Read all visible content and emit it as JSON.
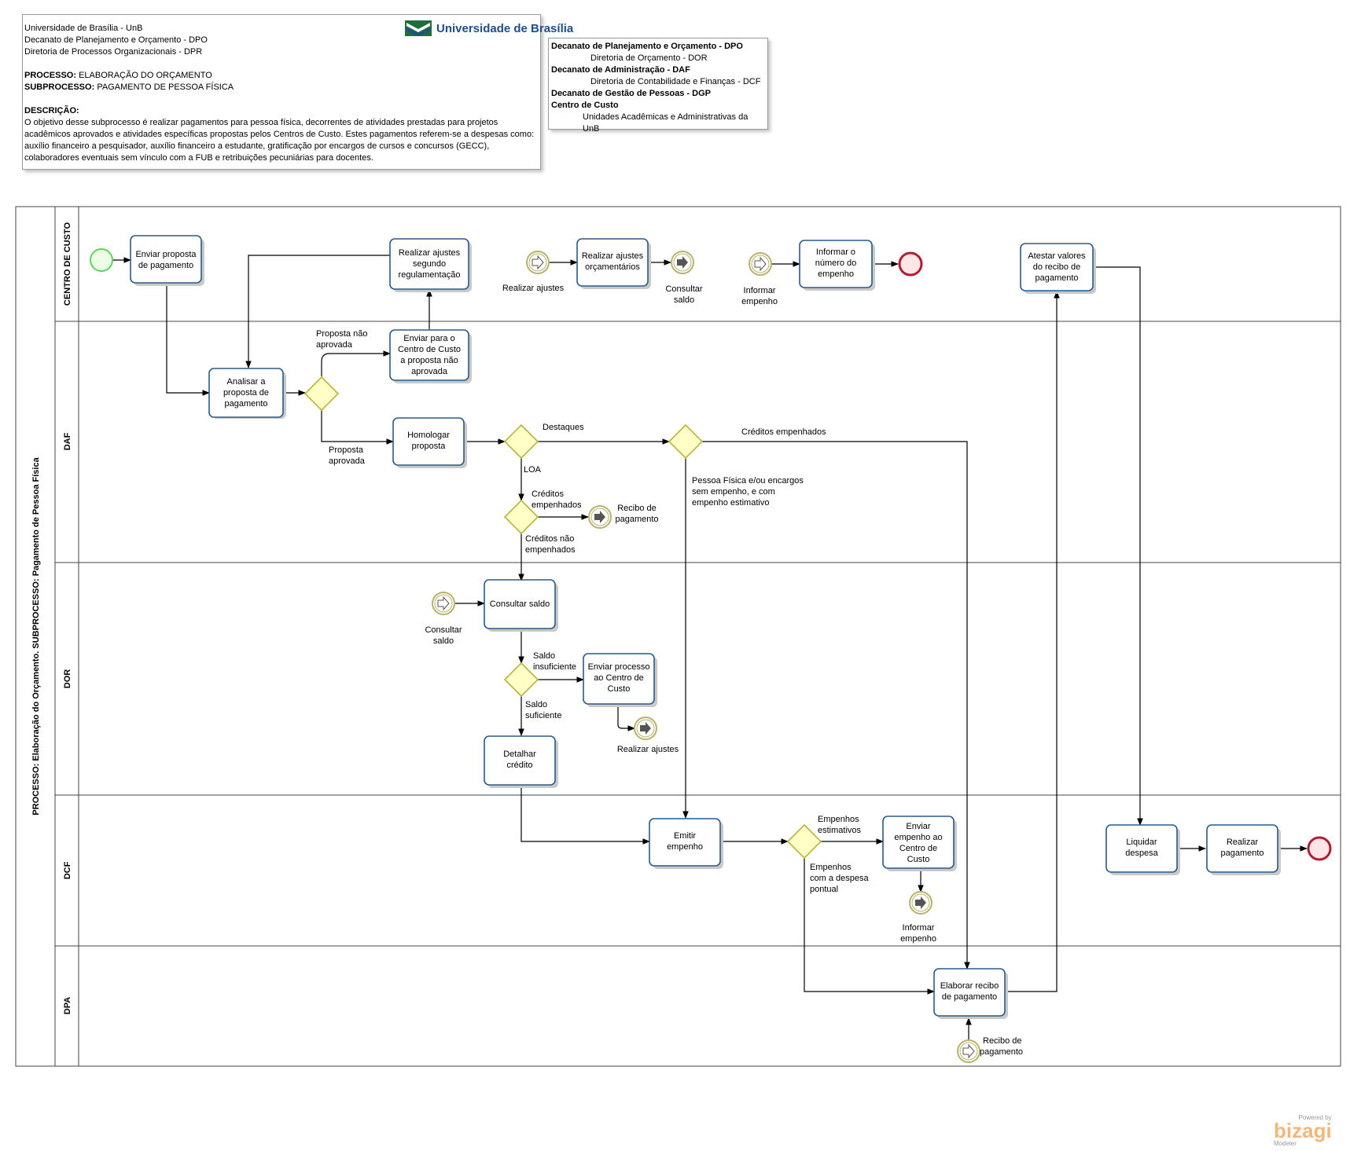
{
  "header": {
    "lines": [
      "Universidade de Brasília - UnB",
      "Decanato de Planejamento e Orçamento - DPO",
      "Diretoria de Processos Organizacionais - DPR"
    ],
    "processo_label": "PROCESSO:",
    "processo_value": "ELABORAÇÃO DO ORÇAMENTO",
    "subprocesso_label": "SUBPROCESSO:",
    "subprocesso_value": "PAGAMENTO DE PESSOA FÍSICA",
    "descricao_label": "DESCRIÇÃO:",
    "descricao_text": "O objetivo desse subprocesso é realizar pagamentos para pessoa física, decorrentes de atividades prestadas para projetos acadêmicos aprovados e atividades específicas propostas pelos Centros de Custo. Estes pagamentos referem-se a despesas como: auxílio financeiro a pesquisador, auxílio financeiro a estudante, gratificação por encargos de cursos e concursos (GECC), colaboradores eventuais sem vínculo com a FUB e retribuições pecuniárias para docentes.",
    "logo_text": "Universidade de Brasília"
  },
  "units": {
    "dpo_title": "Decanato de Planejamento e Orçamento - DPO",
    "dpo_sub": "Diretoria de Orçamento - DOR",
    "daf_title": "Decanato de Administração - DAF",
    "daf_sub": "Diretoria de Contabilidade e Finanças - DCF",
    "dgp_title": "Decanato de Gestão de Pessoas - DGP",
    "cc_title": "Centro de Custo",
    "cc_sub": "Unidades Acadêmicas e Administrativas da UnB"
  },
  "pool": {
    "title": "PROCESSO: Elaboração do Orçamento. SUBPROCESSO: Pagamento de Pessoa Física"
  },
  "lanes": [
    "CENTRO DE CUSTO",
    "DAF",
    "DOR",
    "DCF",
    "DPA"
  ],
  "tasks": {
    "enviar_proposta": [
      "Enviar proposta",
      "de pagamento"
    ],
    "realizar_ajustes_reg": [
      "Realizar ajustes",
      "segundo",
      "regulamentação"
    ],
    "realizar_ajustes_orc": [
      "Realizar ajustes",
      "orçamentários"
    ],
    "informar_numero": [
      "Informar o",
      "número do",
      "empenho"
    ],
    "atestar_valores": [
      "Atestar valores",
      "do recibo de",
      "pagamento"
    ],
    "analisar_proposta": [
      "Analisar a",
      "proposta de",
      "pagamento"
    ],
    "enviar_cc_nao_aprovada": [
      "Enviar para o",
      "Centro de Custo",
      "a proposta não",
      "aprovada"
    ],
    "homologar": [
      "Homologar",
      "proposta"
    ],
    "consultar_saldo": [
      "Consultar saldo"
    ],
    "enviar_processo_cc": [
      "Enviar processo",
      "ao Centro de",
      "Custo"
    ],
    "detalhar_credito": [
      "Detalhar",
      "crédito"
    ],
    "emitir_empenho": [
      "Emitir",
      "empenho"
    ],
    "enviar_empenho_cc": [
      "Enviar",
      "empenho ao",
      "Centro de",
      "Custo"
    ],
    "liquidar_despesa": [
      "Liquidar",
      "despesa"
    ],
    "realizar_pagamento": [
      "Realizar",
      "pagamento"
    ],
    "elaborar_recibo": [
      "Elaborar recibo",
      "de pagamento"
    ]
  },
  "events": {
    "link_realizar_ajustes_in": [
      "Realizar ajustes"
    ],
    "link_consultar_saldo_out": [
      "Consultar",
      "saldo"
    ],
    "link_informar_empenho_in": [
      "Informar",
      "empenho"
    ],
    "link_recibo_out": [
      "Recibo de",
      "pagamento"
    ],
    "link_consultar_saldo_in": [
      "Consultar",
      "saldo"
    ],
    "link_realizar_ajustes_out": [
      "Realizar ajustes"
    ],
    "link_informar_empenho_out": [
      "Informar",
      "empenho"
    ],
    "link_recibo_in": [
      "Recibo de",
      "pagamento"
    ]
  },
  "flow_labels": {
    "proposta_nao_aprovada": [
      "Proposta não",
      "aprovada"
    ],
    "proposta_aprovada": [
      "Proposta",
      "aprovada"
    ],
    "destaques": [
      "Destaques"
    ],
    "creditos_empenhados_top": [
      "Créditos empenhados"
    ],
    "loa": [
      "LOA"
    ],
    "creditos_empenhados": [
      "Créditos",
      "empenhados"
    ],
    "creditos_nao_empenhados": [
      "Créditos não",
      "empenhados"
    ],
    "pessoa_fisica": [
      "Pessoa Física e/ou encargos",
      "sem empenho, e  com",
      "empenho estimativo"
    ],
    "saldo_insuficiente": [
      "Saldo",
      "insuficiente"
    ],
    "saldo_suficiente": [
      "Saldo",
      "suficiente"
    ],
    "empenhos_estimativos": [
      "Empenhos",
      "estimativos"
    ],
    "empenhos_pontual": [
      "Empenhos",
      "com a despesa",
      "pontual"
    ]
  },
  "branding": {
    "powered": "Powered by",
    "name": "bizagi",
    "product": "Modeler"
  },
  "colors": {
    "task_border": "#2a5a8a",
    "gateway_fill": "#ffffc6",
    "start": "#5dd35d",
    "end": "#c0203a",
    "link": "#b9b26a"
  }
}
